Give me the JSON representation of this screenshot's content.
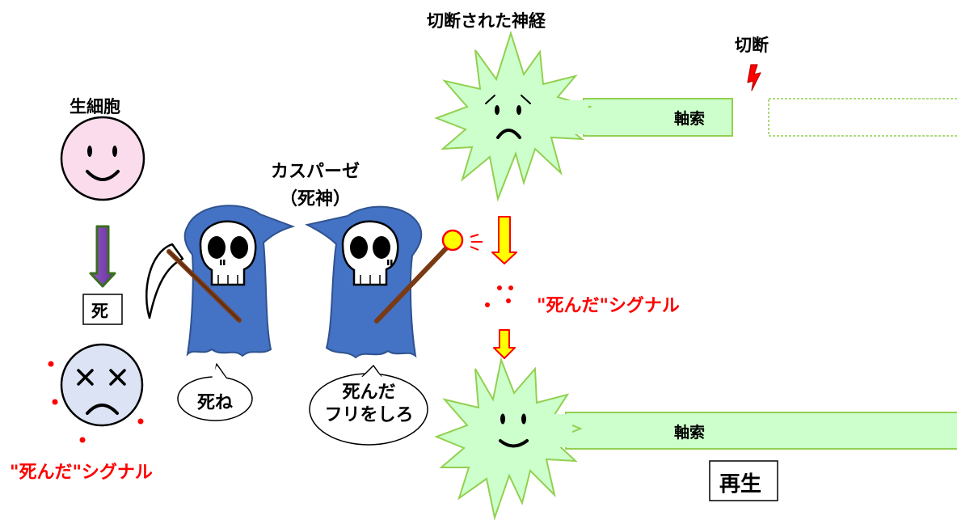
{
  "labels": {
    "live_cell": "生細胞",
    "death_box": "死",
    "caspase_title": "カスパーゼ",
    "caspase_subtitle": "（死神）",
    "bubble_die": "死ね",
    "bubble_pretend_line1": "死んだ",
    "bubble_pretend_line2": "フリをしろ",
    "cut_nerve_title": "切断された神経",
    "cut_label": "切断",
    "axon_top": "軸索",
    "axon_bottom": "軸索",
    "regeneration": "再生",
    "dead_signal_left": "\"死んだ\"シグナル",
    "dead_signal_right": "\"死んだ\"シグナル"
  },
  "colors": {
    "live_face": "#fadcec",
    "dead_face": "#dbe3f4",
    "reaper_robe": "#4472c4",
    "neuron_fill": "#ccffcc",
    "neuron_stroke": "#92d050",
    "arrow_purple": "#7030a0",
    "arrow_yellow": "#ffff00",
    "signal_red": "#ff0000"
  }
}
